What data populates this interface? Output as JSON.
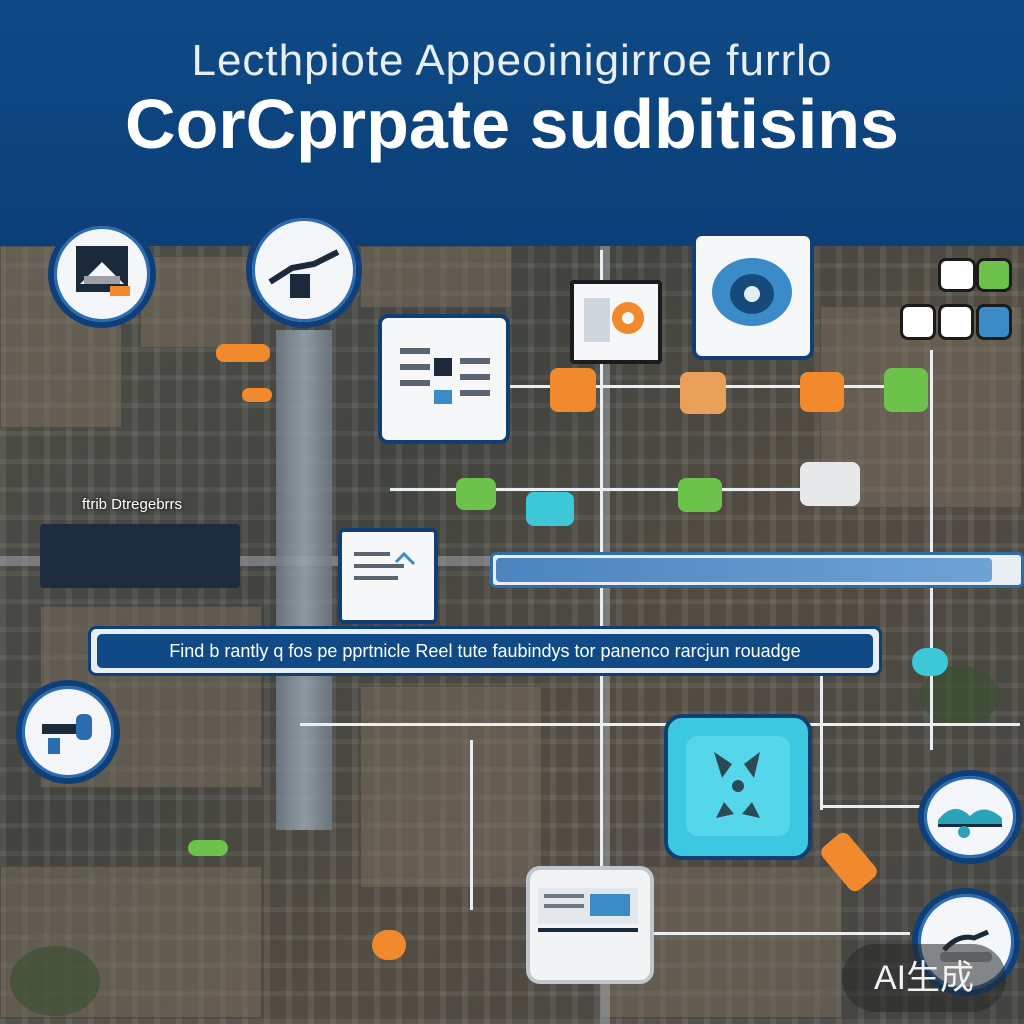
{
  "header": {
    "subtitle": "Lecthpiote Appeoinigirroe furrlo",
    "title": "CorCprpate sudbitisins"
  },
  "labels": {
    "left_tag": "ftrib Dtregebrrs",
    "search_text": "Find b rantly q fos pe pprtnicle  Reel tute faubindys tor panenco rarcjun rouadge"
  },
  "watermark": {
    "text": "AI生成"
  },
  "progress": {
    "fill_fraction": 0.94
  },
  "colors": {
    "banner": "#0f4a86",
    "accent_orange": "#f08a2c",
    "accent_green": "#6cc24a",
    "accent_cyan": "#3cc8d8"
  }
}
